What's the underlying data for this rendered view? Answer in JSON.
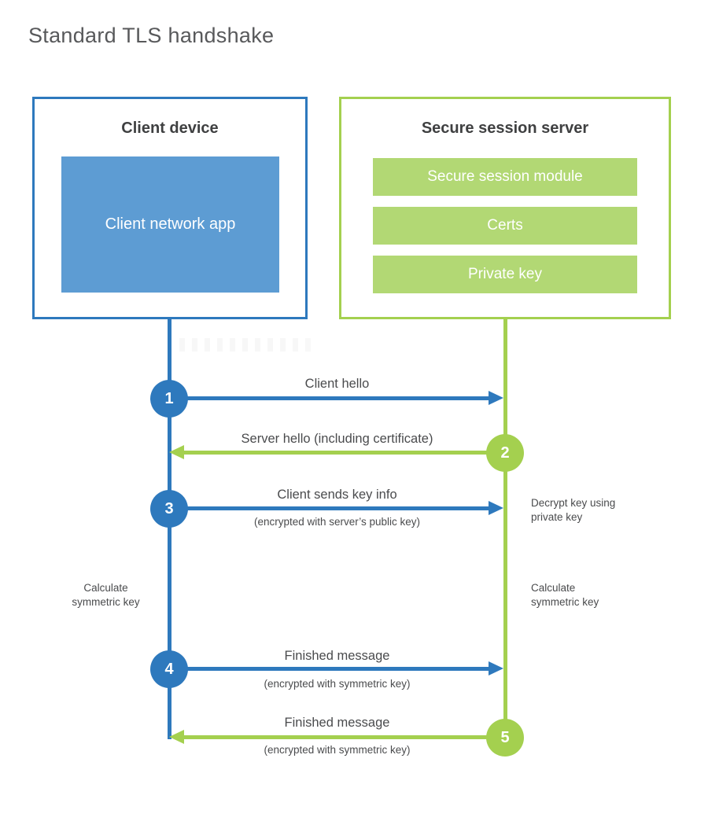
{
  "title": "Standard TLS handshake",
  "colors": {
    "blue": "#2e79bd",
    "blue-fill": "#5d9cd3",
    "green": "#a4d04f",
    "green-fill": "#b2d874",
    "title-text": "#58595b",
    "heading-text": "#3f4041",
    "label-text": "#4a4b4d"
  },
  "client": {
    "title": "Client device",
    "app_label": "Client network app"
  },
  "server": {
    "title": "Secure session server",
    "modules": [
      {
        "label": "Secure session module"
      },
      {
        "label": "Certs"
      },
      {
        "label": "Private key"
      }
    ]
  },
  "steps": [
    {
      "num": "1",
      "label": "Client hello",
      "sublabel": "",
      "direction": "right",
      "actor": "client"
    },
    {
      "num": "2",
      "label": "Server hello (including certificate)",
      "sublabel": "",
      "direction": "left",
      "actor": "server"
    },
    {
      "num": "3",
      "label": "Client sends key info",
      "sublabel": "(encrypted with server’s public key)",
      "direction": "right",
      "actor": "client"
    },
    {
      "num": "4",
      "label": "Finished message",
      "sublabel": "(encrypted with symmetric key)",
      "direction": "right",
      "actor": "client"
    },
    {
      "num": "5",
      "label": "Finished message",
      "sublabel": "(encrypted with symmetric key)",
      "direction": "left",
      "actor": "server"
    }
  ],
  "notes": {
    "decrypt": "Decrypt key using private key",
    "calc_left": "Calculate symmetric key",
    "calc_right": "Calculate symmetric key"
  }
}
